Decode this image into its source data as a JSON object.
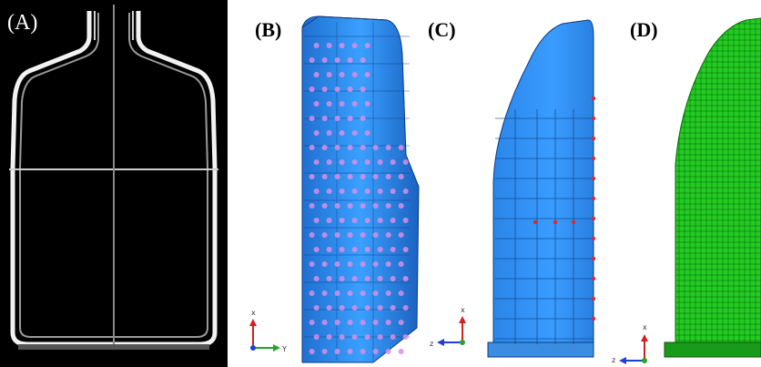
{
  "panels": [
    {
      "label": "(A)"
    },
    {
      "label": "(B)"
    },
    {
      "label": "(C)"
    },
    {
      "label": "(D)"
    }
  ],
  "axes": {
    "b": {
      "vertical": "x",
      "horizontal": "Y"
    },
    "c": {
      "vertical": "x",
      "horizontal": "z"
    },
    "d": {
      "vertical": "x",
      "horizontal": "z"
    }
  },
  "colors": {
    "xray_background": "#000000",
    "mesh_blue": "#2a8ff0",
    "mesh_green": "#22cc22",
    "load_arrows": "#d98ee6",
    "constraint_dots": "#e0282c",
    "axis_red": "#d41f1f",
    "axis_green": "#2aa12a",
    "axis_blue": "#1f3fd4"
  }
}
